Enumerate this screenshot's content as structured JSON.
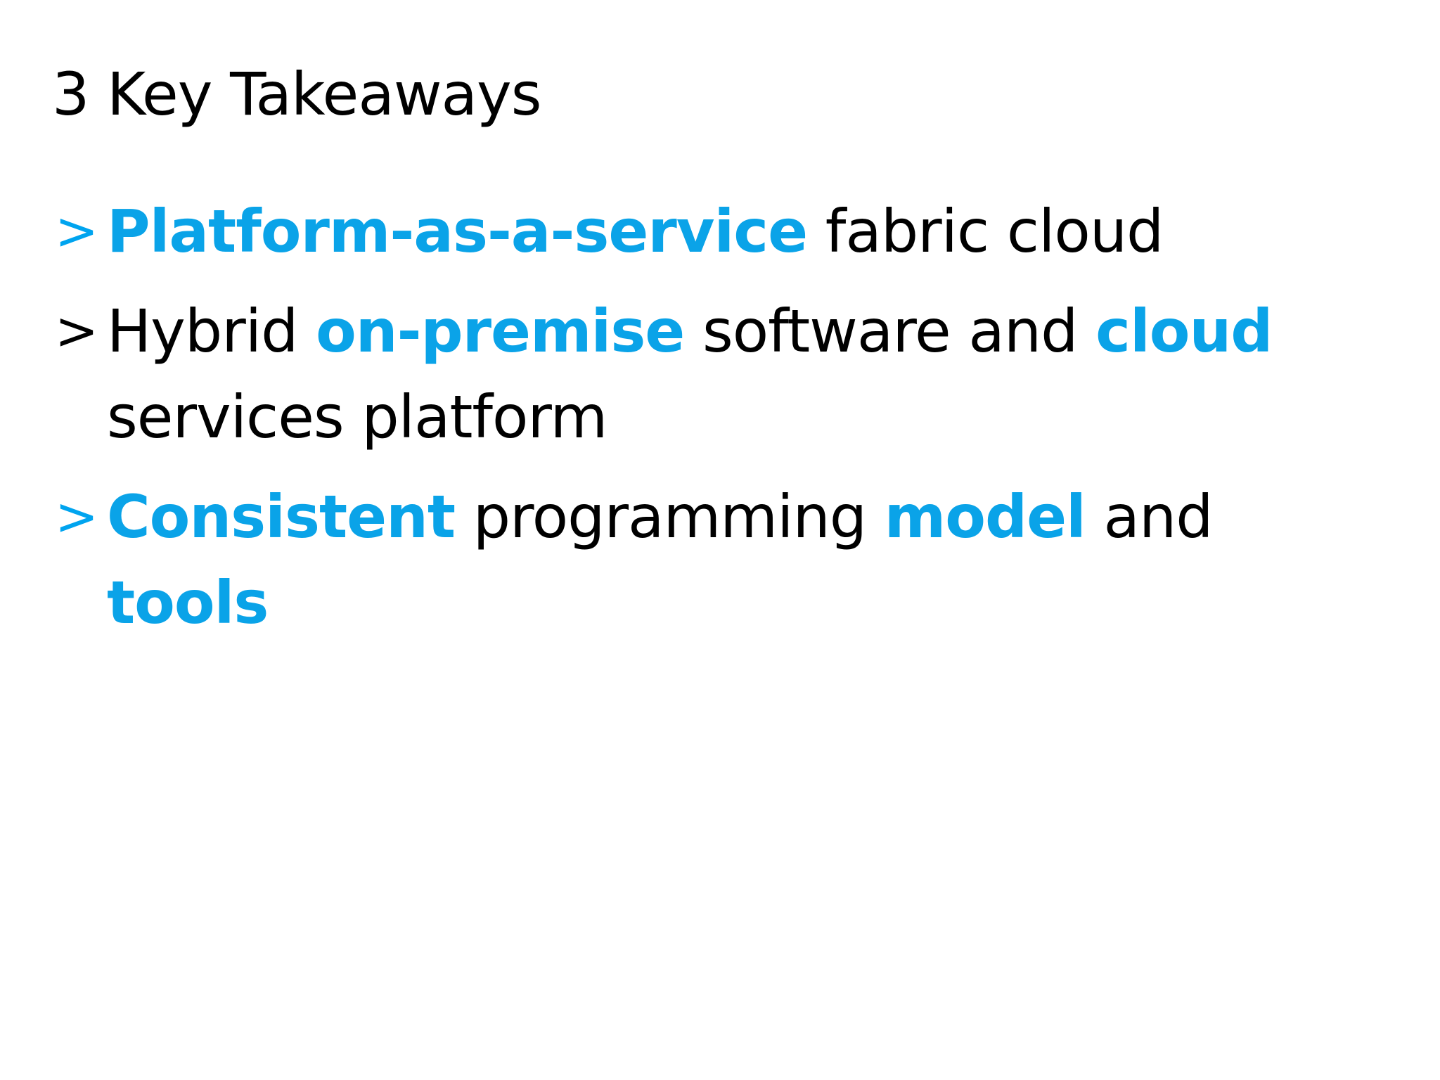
{
  "slide": {
    "title": "3 Key Takeaways",
    "accent_color": "#00a4ef",
    "marker_glyph": ">",
    "bullets": [
      {
        "marker_accent": true,
        "segments": [
          {
            "text": "Platform-as-a-service",
            "highlight": true
          },
          {
            "text": " fabric cloud",
            "highlight": false
          }
        ]
      },
      {
        "marker_accent": false,
        "segments": [
          {
            "text": "Hybrid ",
            "highlight": false
          },
          {
            "text": "on-premise",
            "highlight": true
          },
          {
            "text": " software and ",
            "highlight": false
          },
          {
            "text": "cloud",
            "highlight": true
          },
          {
            "text": " services platform",
            "highlight": false
          }
        ]
      },
      {
        "marker_accent": true,
        "segments": [
          {
            "text": "Consistent",
            "highlight": true
          },
          {
            "text": " programming ",
            "highlight": false
          },
          {
            "text": "model",
            "highlight": true
          },
          {
            "text": " and ",
            "highlight": false
          },
          {
            "text": "tools",
            "highlight": true
          }
        ]
      }
    ]
  }
}
